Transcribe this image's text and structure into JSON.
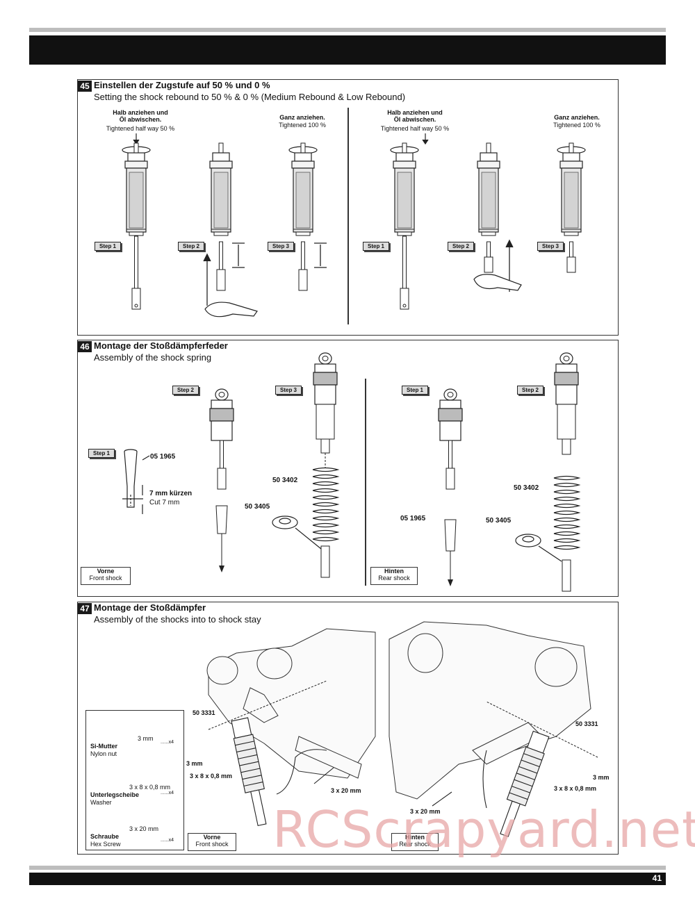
{
  "page_number": "41",
  "watermark": "RCScrapyard.net",
  "step45": {
    "number": "45",
    "title_de": "Einstellen der Zugstufe auf 50 % und 0 %",
    "title_en": "Setting the shock rebound to 50 % & 0 % (Medium Rebound & Low Rebound)",
    "half_de": "Halb anziehen und Öl abwischen.",
    "half_de_1": "Halb anziehen und",
    "half_de_2": "Öl abwischen.",
    "half_en": "Tightened half way 50 %",
    "full_de": "Ganz anziehen.",
    "full_en": "Tightened 100 %",
    "steps": [
      "Step 1",
      "Step 2",
      "Step 3",
      "Step 1",
      "Step 2",
      "Step 3"
    ]
  },
  "step46": {
    "number": "46",
    "title_de": "Montage der Stoßdämpferfeder",
    "title_en": "Assembly of the shock spring",
    "left_steps": [
      "Step 1",
      "Step 2",
      "Step 3"
    ],
    "right_steps": [
      "Step 1",
      "Step 2"
    ],
    "part_spacer": "05 1965",
    "cut_de": "7 mm kürzen",
    "cut_en": "Cut 7 mm",
    "part_spring": "50 3402",
    "part_retainer": "50 3405",
    "front_de": "Vorne",
    "front_en": "Front shock",
    "rear_de": "Hinten",
    "rear_en": "Rear shock"
  },
  "step47": {
    "number": "47",
    "title_de": "Montage der Stoßdämpfer",
    "title_en": "Assembly of the shocks into to shock stay",
    "legend": {
      "nut_size": "3 mm",
      "nut_de": "Si-Mutter",
      "nut_en": "Nylon nut",
      "nut_qty": "......x4",
      "washer_size": "3 x 8 x 0,8 mm",
      "washer_de": "Unterlegscheibe",
      "washer_en": "Washer",
      "washer_qty": "......x4",
      "screw_size": "3 x 20 mm",
      "screw_de": "Schraube",
      "screw_en": "Hex Screw",
      "screw_qty": "......x4"
    },
    "part_3331": "50 3331",
    "nut": "3 mm",
    "washer": "3 x 8 x 0,8 mm",
    "screw": "3 x 20 mm",
    "front_de": "Vorne",
    "front_en": "Front shock",
    "rear_de": "Hinten",
    "rear_en": "Rear shock"
  }
}
